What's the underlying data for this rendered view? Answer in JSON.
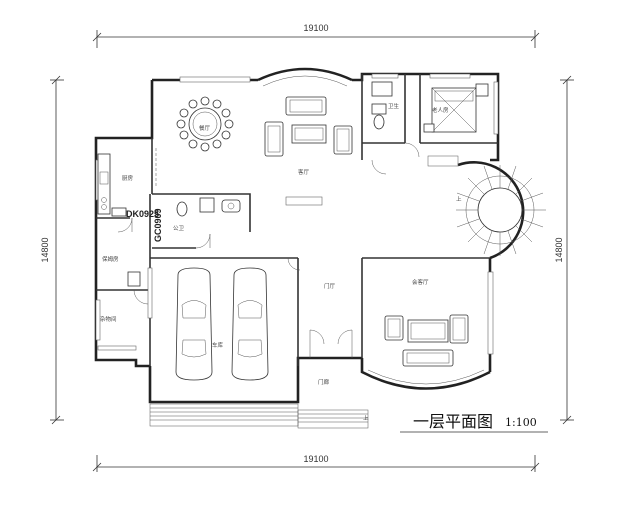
{
  "title": "一层平面图",
  "scale": "1:100",
  "dimensions": {
    "top_width": "19100",
    "bottom_width": "19100",
    "left_depth": "14800",
    "right_depth": "14800"
  },
  "rooms": {
    "dining": "餐厅",
    "living": "客厅",
    "bathroom": "卫生",
    "elder_bedroom": "老人房",
    "kitchen": "厨房",
    "public_bath": "公卫",
    "nanny_room": "保姆房",
    "storage": "杂物间",
    "garage": "车库",
    "foyer": "门厅",
    "guest_living": "会客厅",
    "porch": "门廊",
    "stair_up": "上",
    "stair_up_2": "上"
  },
  "opening_codes": {
    "window": "DK0925",
    "door": "GC0909"
  }
}
